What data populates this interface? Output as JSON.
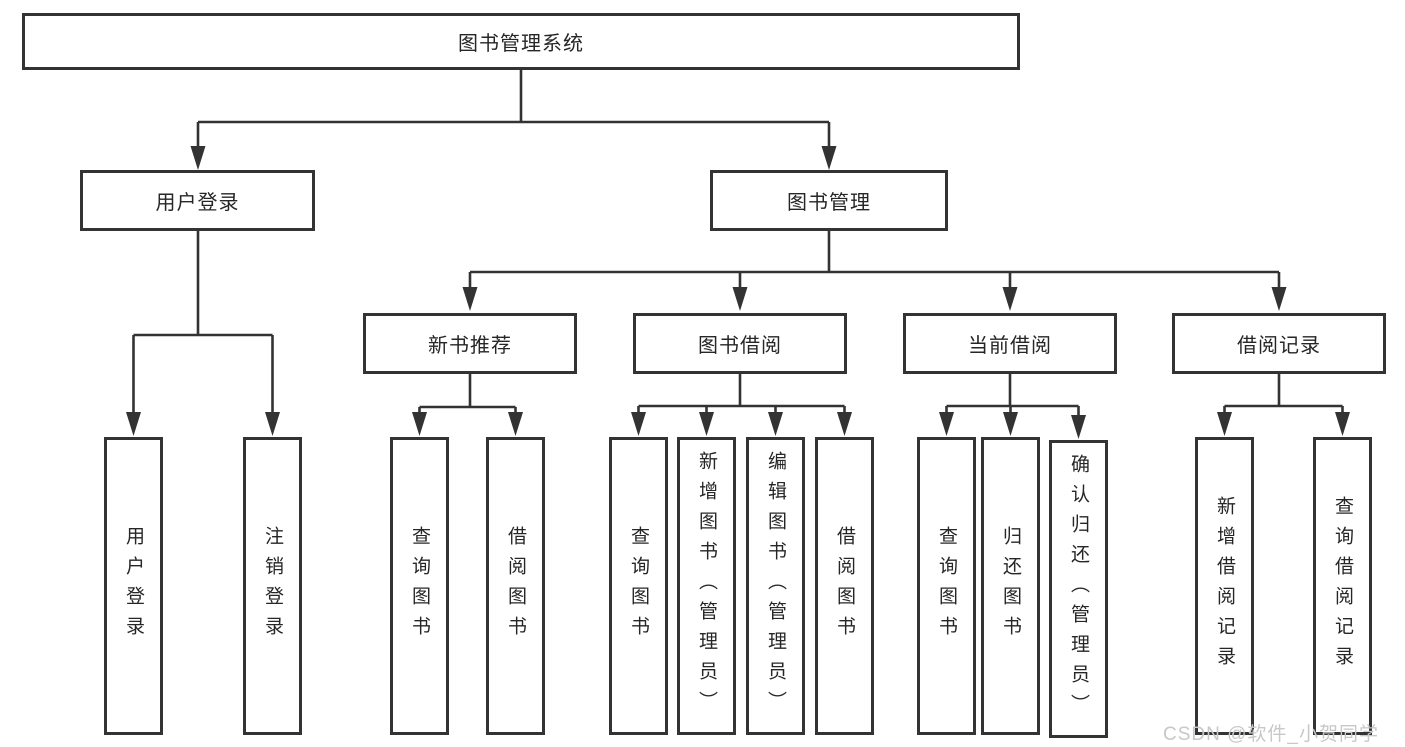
{
  "diagram": {
    "title": "图书管理系统",
    "branches": [
      {
        "label": "用户登录",
        "children": [
          {
            "label": "用户登录"
          },
          {
            "label": "注销登录"
          }
        ]
      },
      {
        "label": "图书管理",
        "children": [
          {
            "label": "新书推荐",
            "children": [
              {
                "label": "查询图书"
              },
              {
                "label": "借阅图书"
              }
            ]
          },
          {
            "label": "图书借阅",
            "children": [
              {
                "label": "查询图书"
              },
              {
                "label": "新增图书（管理员）"
              },
              {
                "label": "编辑图书（管理员）"
              },
              {
                "label": "借阅图书"
              }
            ]
          },
          {
            "label": "当前借阅",
            "children": [
              {
                "label": "查询图书"
              },
              {
                "label": "归还图书"
              },
              {
                "label": "确认归还（管理员）"
              }
            ]
          },
          {
            "label": "借阅记录",
            "children": [
              {
                "label": "新增借阅记录"
              },
              {
                "label": "查询借阅记录"
              }
            ]
          }
        ]
      }
    ],
    "colors": {
      "line": "#333333",
      "border": "#333333",
      "text": "#262626",
      "background": "#ffffff",
      "watermark": "#c8c8c8"
    }
  },
  "watermark": "CSDN @软件_小贺同学"
}
